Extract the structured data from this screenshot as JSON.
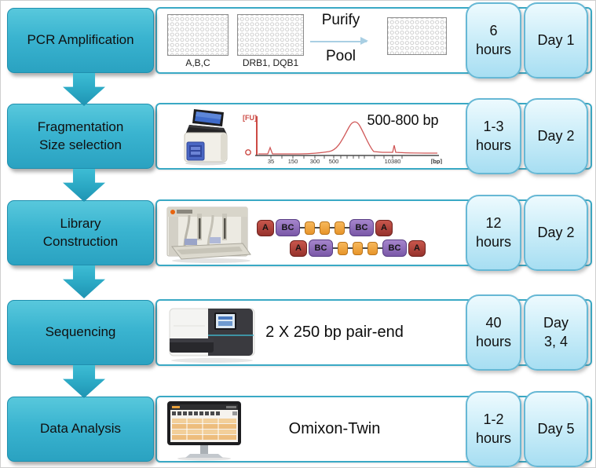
{
  "title": "HLA sequencing workflow",
  "colors": {
    "step_box_teal": "#3ab4d0",
    "bar_border": "#3aa9c5",
    "side_box_blue": "#cdeef9",
    "arrow_teal": "#2aa7c3",
    "trace_red": "#cc4a44",
    "adapter_red": "#a93c34",
    "barcode_purple": "#8a68b8",
    "insert_orange": "#f0a23c"
  },
  "rows": [
    {
      "label": "PCR Amplification",
      "duration": "6\nhours",
      "day": "Day 1",
      "content": {
        "plate1_label": "A,B,C",
        "plate2_label": "DRB1, DQB1",
        "arrow_label_top": "Purify",
        "arrow_label_bottom": "Pool"
      }
    },
    {
      "label": "Fragmentation\nSize selection",
      "duration": "1-3\nhours",
      "day": "Day 2",
      "content": {
        "note": "500-800 bp",
        "trace": {
          "y_label": "[FU]",
          "origin": "o",
          "ticks": [
            "35",
            "150",
            "300",
            "500",
            "10380"
          ],
          "unit": "[bp]"
        }
      }
    },
    {
      "label": "Library\nConstruction",
      "duration": "12\nhours",
      "day": "Day 2",
      "content": {
        "adapter": "A",
        "barcode": "BC"
      }
    },
    {
      "label": "Sequencing",
      "duration": "40\nhours",
      "day": "Day\n3, 4",
      "content": {
        "note": "2 X 250 bp pair-end"
      }
    },
    {
      "label": "Data Analysis",
      "duration": "1-2\nhours",
      "day": "Day 5",
      "content": {
        "note": "Omixon-Twin"
      }
    }
  ]
}
